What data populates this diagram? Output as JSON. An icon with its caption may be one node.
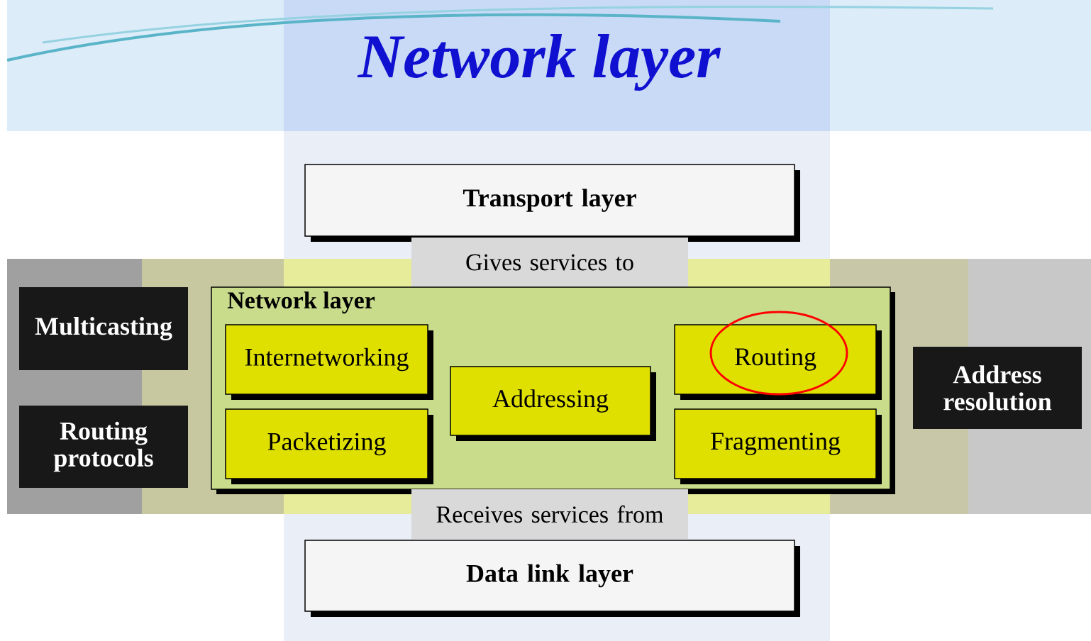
{
  "diagram": {
    "title": "Network layer",
    "nodes": [
      {
        "text": [
          "Transport layer"
        ]
      },
      {
        "text": [
          "Gives services to"
        ]
      },
      {
        "text": [
          "Network layer"
        ]
      },
      {
        "text": [
          "Internetworking"
        ],
        "in": 2
      },
      {
        "text": [
          "Addressing"
        ],
        "in": 2
      },
      {
        "text": [
          "Routing"
        ],
        "in": 2
      },
      {
        "text": [
          "Packetizing"
        ],
        "in": 2
      },
      {
        "text": [
          "Fragmenting"
        ],
        "in": 2
      },
      {
        "text": [
          "Receives services from"
        ]
      },
      {
        "text": [
          "Data link layer"
        ]
      },
      {
        "text": [
          "Multicasting"
        ]
      },
      {
        "text": [
          "Routing protocols"
        ]
      },
      {
        "text": [
          "Address resolution"
        ]
      }
    ],
    "edges": []
  }
}
